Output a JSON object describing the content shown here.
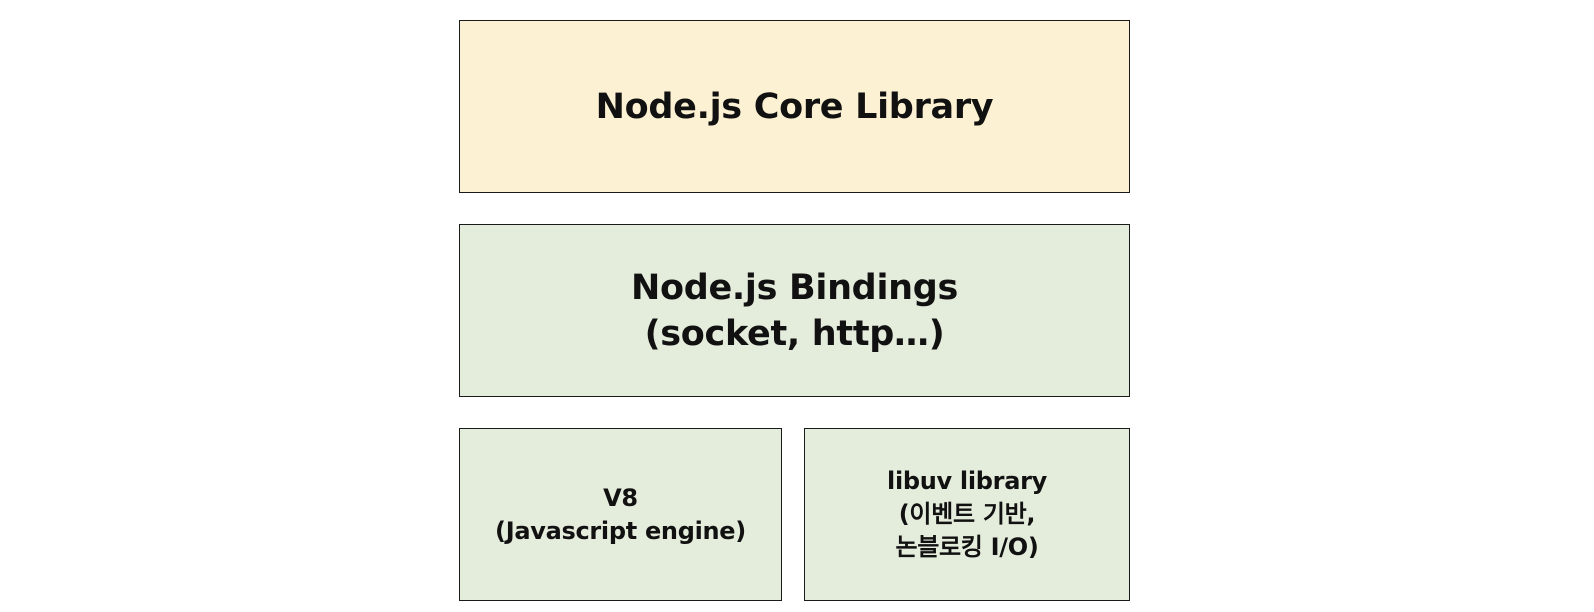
{
  "diagram": {
    "core": {
      "lines": [
        "Node.js Core Library"
      ]
    },
    "bindings": {
      "lines": [
        "Node.js Bindings",
        "(socket, http…)"
      ]
    },
    "v8": {
      "lines": [
        "V8",
        "(Javascript engine)"
      ]
    },
    "libuv": {
      "lines": [
        "libuv library",
        "(이벤트 기반,",
        "논블로킹 I/O)"
      ]
    }
  },
  "colors": {
    "core_fill": "#fcf1d2",
    "layer_fill": "#e4ecdc",
    "border": "#1a1a1a",
    "text": "#111111"
  }
}
